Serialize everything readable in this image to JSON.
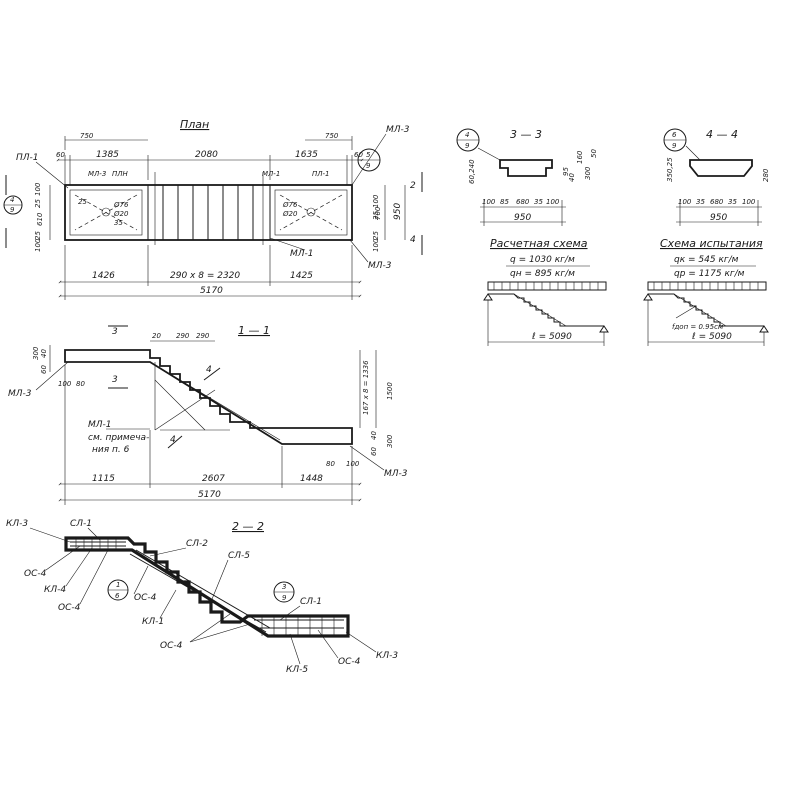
{
  "plan": {
    "title": "План",
    "dims_top": [
      "750",
      "750"
    ],
    "dims_row": [
      "60",
      "1385",
      "2080",
      "1635",
      "60"
    ],
    "dims_bottom": [
      "1426",
      "290 x 8 = 2320",
      "1425"
    ],
    "dim_total": "5170",
    "dims_right": [
      "100",
      "25",
      "700",
      "25",
      "100",
      "950"
    ],
    "dims_left": [
      "100",
      "25",
      "610",
      "25",
      "100"
    ],
    "inner_labels": [
      "25",
      "Ø76",
      "Ø20",
      "35",
      "Ø76",
      "Ø20"
    ],
    "labels": [
      "ПЛ-1",
      "МЛ-3",
      "ПЛН",
      "МЛ-1",
      "ПЛ-1",
      "МЛ-3",
      "МЛ-1",
      "МЛ-3"
    ],
    "callout_a": {
      "top": "5",
      "bottom": "9"
    },
    "callout_left": {
      "top": "4",
      "bottom": "9"
    },
    "section_marks": [
      "2",
      "4"
    ]
  },
  "sec11": {
    "title": "1 — 1",
    "dims_top": [
      "20",
      "290",
      "290"
    ],
    "dims_left": [
      "300",
      "40",
      "60",
      "100",
      "80"
    ],
    "dims_right": [
      "167 x 8 = 1336",
      "1500",
      "80",
      "100",
      "300",
      "60",
      "40"
    ],
    "dims_bottom": [
      "1115",
      "2607",
      "1448"
    ],
    "dim_total": "5170",
    "labels": [
      "МЛ-3",
      "МЛ-1",
      "МЛ-3"
    ],
    "note": [
      "см. примеча-",
      "ния п. 6"
    ],
    "marks": [
      "3",
      "3",
      "4",
      "4"
    ]
  },
  "sec22": {
    "title": "2 — 2",
    "labels": [
      "КЛ-3",
      "СЛ-1",
      "ОС-4",
      "КЛ-4",
      "ОС-4",
      "ОС-4",
      "КЛ-1",
      "СЛ-2",
      "СЛ-5",
      "СЛ-1",
      "ОС-4",
      "КЛ-5",
      "ОС-4",
      "КЛ-3"
    ],
    "callout1": {
      "top": "1",
      "bottom": "6"
    },
    "callout2": {
      "top": "3",
      "bottom": "9"
    }
  },
  "sec33": {
    "title": "3 — 3",
    "callout": {
      "top": "4",
      "bottom": "9"
    },
    "dims_left": [
      "60",
      "240"
    ],
    "dims_right": [
      "95",
      "40",
      "160",
      "300",
      "50"
    ],
    "dims_bottom": [
      "100",
      "85",
      "680",
      "35",
      "100"
    ],
    "width": "950"
  },
  "sec44": {
    "title": "4 — 4",
    "callout": {
      "top": "6",
      "bottom": "9"
    },
    "dims_left": [
      "350",
      "25"
    ],
    "dims_right": [
      "280"
    ],
    "dims_bottom": [
      "100",
      "35",
      "680",
      "35",
      "100"
    ],
    "width": "950"
  },
  "calc": {
    "title": "Расчетная схема",
    "q": "q = 1030 кг/м",
    "qn": "qн = 895 кг/м",
    "span": "ℓ = 5090"
  },
  "test": {
    "title": "Схема испытания",
    "qk": "qк = 545 кг/м",
    "qp": "qр = 1175 кг/м",
    "note": "fдоп = 0.95см",
    "span": "ℓ = 5090"
  }
}
